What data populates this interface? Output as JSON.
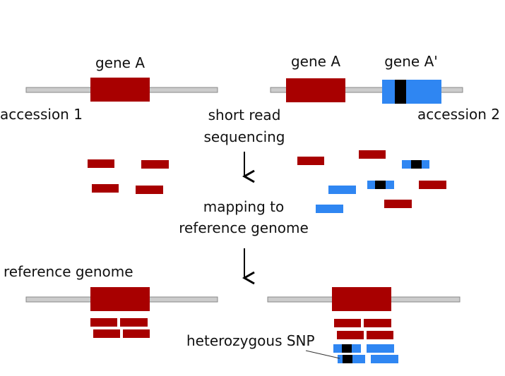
{
  "labels": {
    "gene_a_left": "gene A",
    "gene_a_right": "gene A",
    "gene_a_prime": "gene A'",
    "accession_1": "accession 1",
    "accession_2": "accession 2",
    "step1_line1": "short read",
    "step1_line2": "sequencing",
    "step2_line1": "mapping to",
    "step2_line2": "reference genome",
    "reference_genome": "reference genome",
    "heterozygous_snp": "heterozygous SNP"
  },
  "colors": {
    "gene_a": "#a80000",
    "gene_a_prime": "#2f86f2",
    "snp": "#000000",
    "chromosome": "#cccccc"
  }
}
